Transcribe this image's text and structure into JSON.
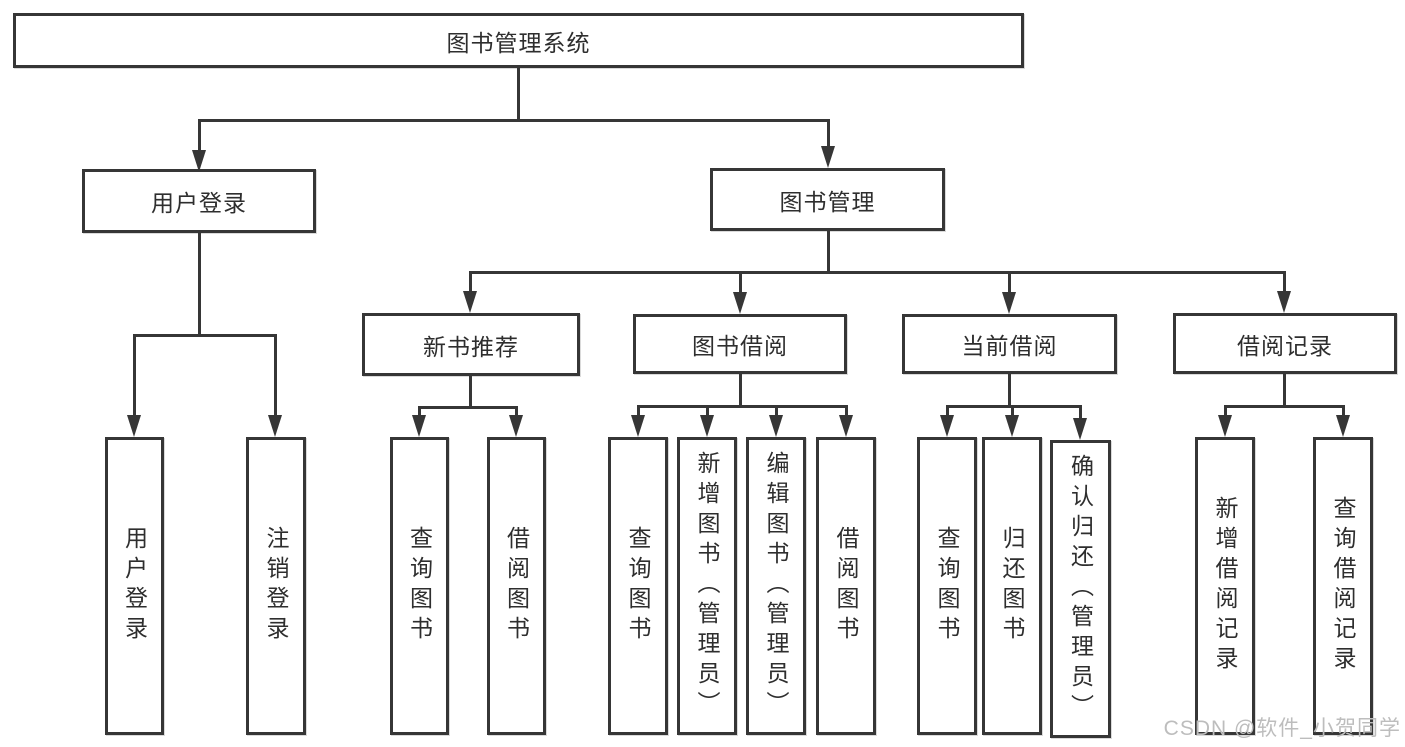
{
  "diagram": {
    "title": "图书管理系统",
    "root": {
      "label": "图书管理系统"
    },
    "level1": [
      {
        "label": "用户登录"
      },
      {
        "label": "图书管理"
      }
    ],
    "level2": [
      {
        "label": "新书推荐",
        "parent": "图书管理"
      },
      {
        "label": "图书借阅",
        "parent": "图书管理"
      },
      {
        "label": "当前借阅",
        "parent": "图书管理"
      },
      {
        "label": "借阅记录",
        "parent": "图书管理"
      }
    ],
    "leaves": [
      {
        "label": "用户登录",
        "parent": "用户登录"
      },
      {
        "label": "注销登录",
        "parent": "用户登录"
      },
      {
        "label": "查询图书",
        "parent": "新书推荐"
      },
      {
        "label": "借阅图书",
        "parent": "新书推荐"
      },
      {
        "label": "查询图书",
        "parent": "图书借阅"
      },
      {
        "label": "新增图书（管理员）",
        "parent": "图书借阅"
      },
      {
        "label": "编辑图书（管理员）",
        "parent": "图书借阅"
      },
      {
        "label": "借阅图书",
        "parent": "图书借阅"
      },
      {
        "label": "查询图书",
        "parent": "当前借阅"
      },
      {
        "label": "归还图书",
        "parent": "当前借阅"
      },
      {
        "label": "确认归还（管理员）",
        "parent": "当前借阅"
      },
      {
        "label": "新增借阅记录",
        "parent": "借阅记录"
      },
      {
        "label": "查询借阅记录",
        "parent": "借阅记录"
      }
    ]
  },
  "watermark": {
    "text": "CSDN @软件_小贺同学"
  },
  "colors": {
    "line": "#363636",
    "text": "#2e2e2e",
    "watermark": "#bdbdbd",
    "background": "#ffffff"
  }
}
